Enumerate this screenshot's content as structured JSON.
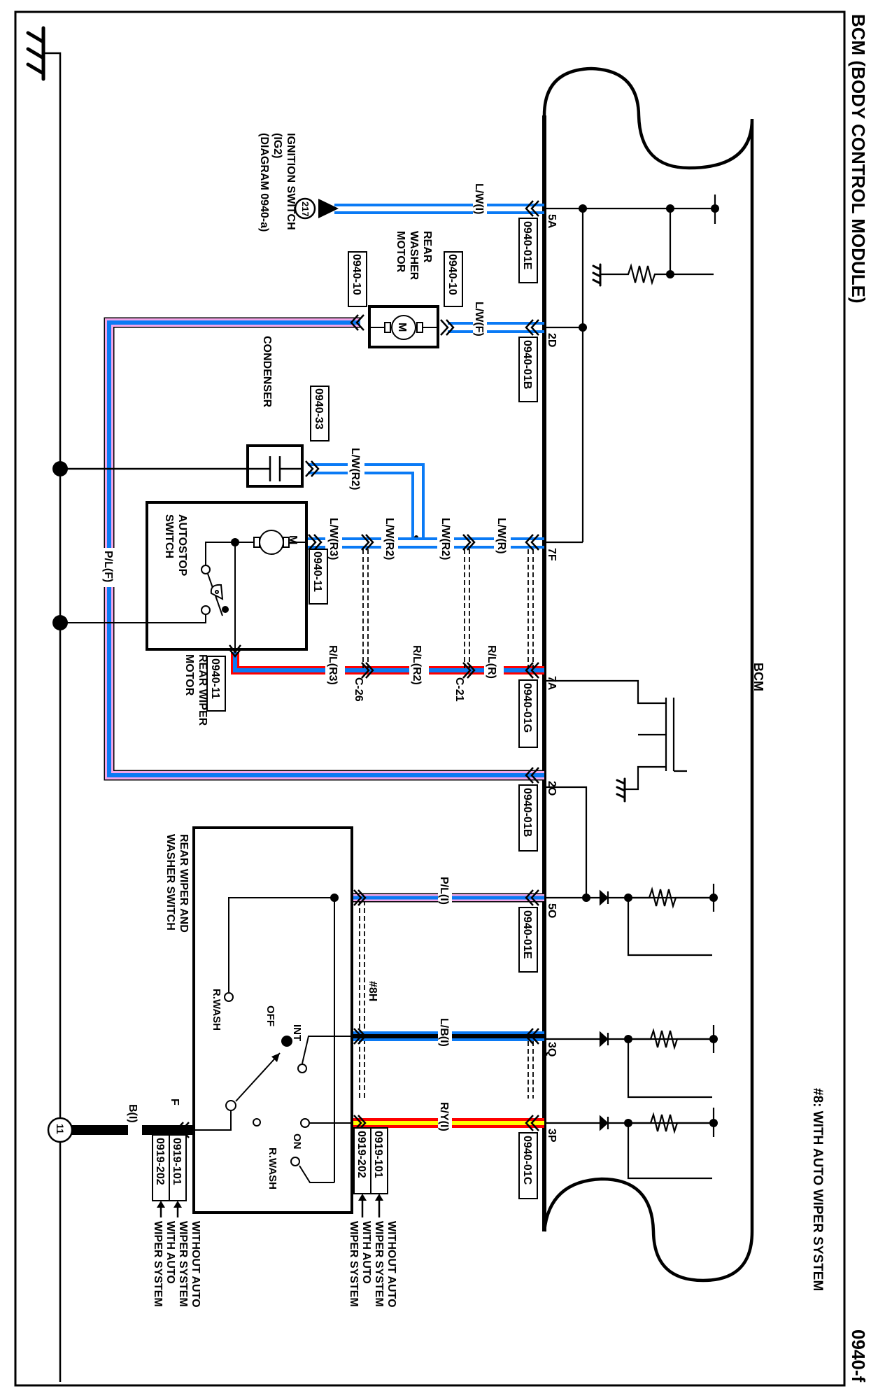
{
  "header": {
    "title": "BCM (BODY CONTROL MODULE)",
    "diagram_id": "0940-f",
    "footnote": "#8: WITH AUTO WIPER SYSTEM"
  },
  "colors": {
    "blue": "#0a7af5",
    "red": "#ff0000",
    "pink": "#f4a6e8",
    "yellow": "#ffff00",
    "black": "#000000"
  },
  "bcm": {
    "label": "BCM",
    "pins": [
      {
        "id": "5A",
        "connector": "0940-01E",
        "wire": "L/W(I)"
      },
      {
        "id": "2D",
        "connector": "0940-01B",
        "wire": "L/W(F)"
      },
      {
        "id": "7F",
        "connector": "",
        "wire": "L/W(R)"
      },
      {
        "id": "7A",
        "connector": "0940-01G",
        "wire": "R/L(R)"
      },
      {
        "id": "2O",
        "connector": "0940-01B",
        "wire": "P/L(F)"
      },
      {
        "id": "5O",
        "connector": "0940-01E",
        "wire": "P/L(I)"
      },
      {
        "id": "3Q",
        "connector": "",
        "wire": "L/B(I)"
      },
      {
        "id": "3P",
        "connector": "0940-01C",
        "wire": "R/Y(I)"
      }
    ]
  },
  "components": {
    "ignition": {
      "lines": [
        "IGNITION SWITCH",
        "(IG2)",
        "(DIAGRAM 0940-a)"
      ],
      "ref": "217"
    },
    "washer_motor": {
      "lines": [
        "REAR",
        "WASHER",
        "MOTOR"
      ],
      "motor_symbol": "M",
      "conn_in": "0940-10",
      "conn_out": "0940-10"
    },
    "condenser": {
      "label": "CONDENSER",
      "conn": "0940-33"
    },
    "rear_wiper_motor": {
      "lines": [
        "REAR WIPER",
        "MOTOR"
      ],
      "autostop_lines": [
        "AUTOSTOP",
        "SWITCH"
      ],
      "motor_symbol": "M",
      "conn_top": "0940-11",
      "conn_bottom": "0940-11"
    },
    "switch": {
      "lines": [
        "REAR WIPER AND",
        "WASHER SWITCH"
      ],
      "positions": [
        "R.WASH",
        "OFF",
        "INT",
        "ON",
        "R.WASH"
      ],
      "terminal": "F",
      "option_note": "#8H"
    },
    "ground_ref": "11"
  },
  "wires": {
    "lw_r2_top": "L/W(R2)",
    "lw_r3": "L/W(R3)",
    "lw_r2_a": "L/W(R2)",
    "lw_r2_b": "L/W(R2)",
    "rl_r3": "R/L(R3)",
    "rl_r2": "R/L(R2)",
    "pl_f": "P/L(F)",
    "b_i": "B(I)"
  },
  "junctions": {
    "c26": "C-26",
    "c21": "C-21"
  },
  "connector_notes": {
    "right": {
      "codes": [
        "0919-101",
        "0919-202"
      ],
      "notes": [
        [
          "WITHOUT AUTO",
          "WIPER SYSTEM"
        ],
        [
          "WITH AUTO",
          "WIPER SYSTEM"
        ]
      ]
    },
    "left": {
      "codes": [
        "0919-101",
        "0919-202"
      ],
      "notes": [
        [
          "WITHOUT AUTO",
          "WIPER SYSTEM"
        ],
        [
          "WITH AUTO",
          "WIPER SYSTEM"
        ]
      ]
    }
  }
}
